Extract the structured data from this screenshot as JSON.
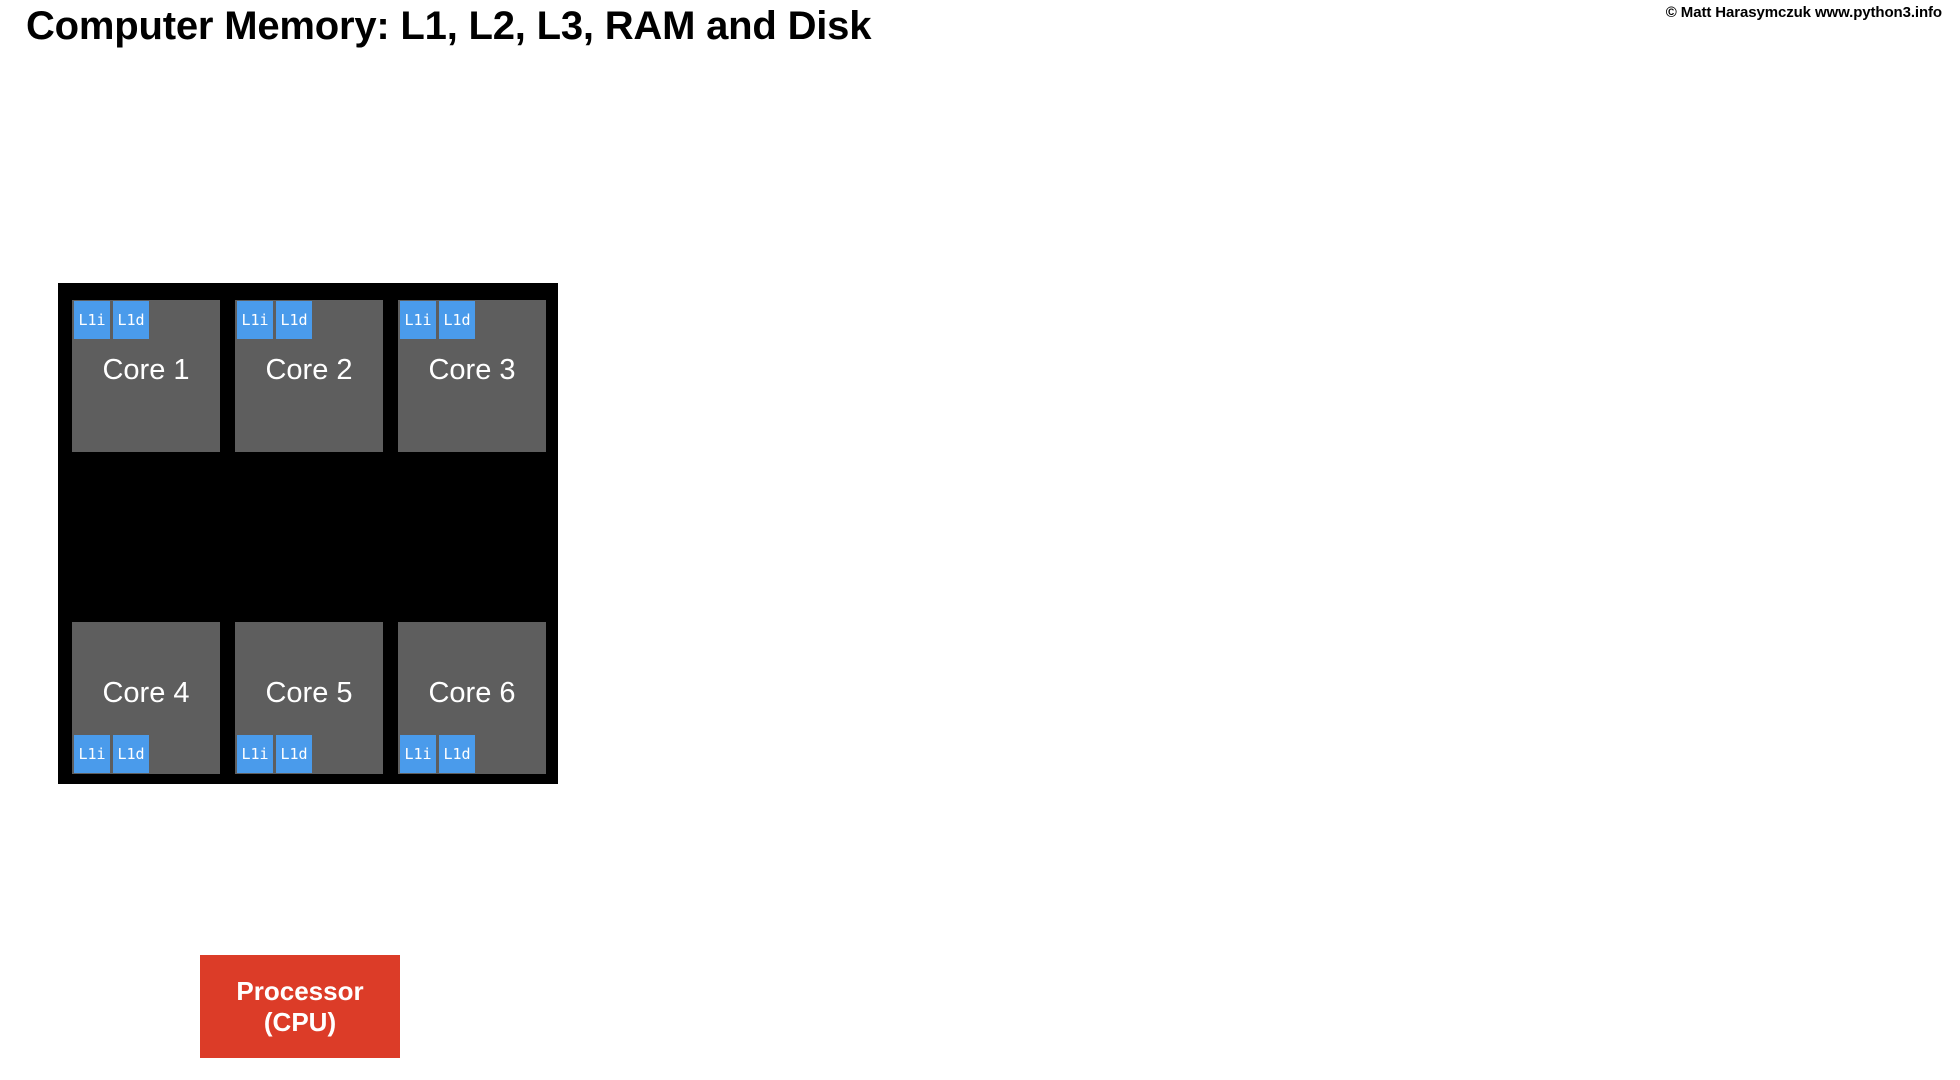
{
  "header": {
    "title": "Computer Memory: L1, L2, L3, RAM and Disk",
    "copyright": "© Matt Harasymczuk www.python3.info"
  },
  "colors": {
    "background": "#ffffff",
    "die": "#000000",
    "core": "#5e5e5e",
    "cache_l1": "#4a9beb",
    "processor": "#dc3c28",
    "text_light": "#ffffff",
    "text_dark": "#000000"
  },
  "cpu_die": {
    "name": "processor-die",
    "cores": [
      {
        "label": "Core 1",
        "row": "top",
        "caches": [
          {
            "label": "L1i",
            "name": "cache-l1i"
          },
          {
            "label": "L1d",
            "name": "cache-l1d"
          }
        ]
      },
      {
        "label": "Core 2",
        "row": "top",
        "caches": [
          {
            "label": "L1i",
            "name": "cache-l1i"
          },
          {
            "label": "L1d",
            "name": "cache-l1d"
          }
        ]
      },
      {
        "label": "Core 3",
        "row": "top",
        "caches": [
          {
            "label": "L1i",
            "name": "cache-l1i"
          },
          {
            "label": "L1d",
            "name": "cache-l1d"
          }
        ]
      },
      {
        "label": "Core 4",
        "row": "bottom",
        "caches": [
          {
            "label": "L1i",
            "name": "cache-l1i"
          },
          {
            "label": "L1d",
            "name": "cache-l1d"
          }
        ]
      },
      {
        "label": "Core 5",
        "row": "bottom",
        "caches": [
          {
            "label": "L1i",
            "name": "cache-l1i"
          },
          {
            "label": "L1d",
            "name": "cache-l1d"
          }
        ]
      },
      {
        "label": "Core 6",
        "row": "bottom",
        "caches": [
          {
            "label": "L1i",
            "name": "cache-l1i"
          },
          {
            "label": "L1d",
            "name": "cache-l1d"
          }
        ]
      }
    ]
  },
  "processor": {
    "line1": "Processor",
    "line2": "(CPU)"
  }
}
